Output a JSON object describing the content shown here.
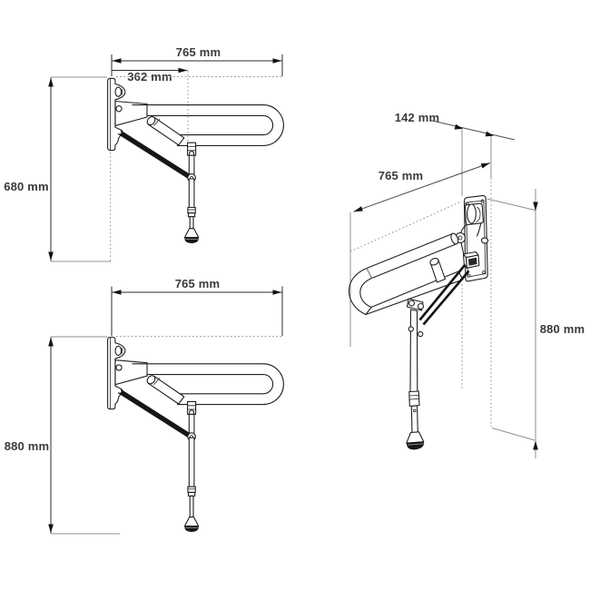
{
  "drawing": {
    "background": "#ffffff",
    "line_color": "#1f1f1f",
    "dimension_color": "#2b2b2b",
    "text_color": "#3a3a3a",
    "reference_color": "#8f8f8f",
    "strut_color": "#161616"
  },
  "views": {
    "side_top": {
      "width_label": "765 mm",
      "inset_label": "362 mm",
      "height_label": "680 mm"
    },
    "side_bottom": {
      "width_label": "765 mm",
      "height_label": "880 mm"
    },
    "isometric": {
      "depth_label": "142 mm",
      "length_label": "765 mm",
      "height_label": "880 mm"
    }
  }
}
